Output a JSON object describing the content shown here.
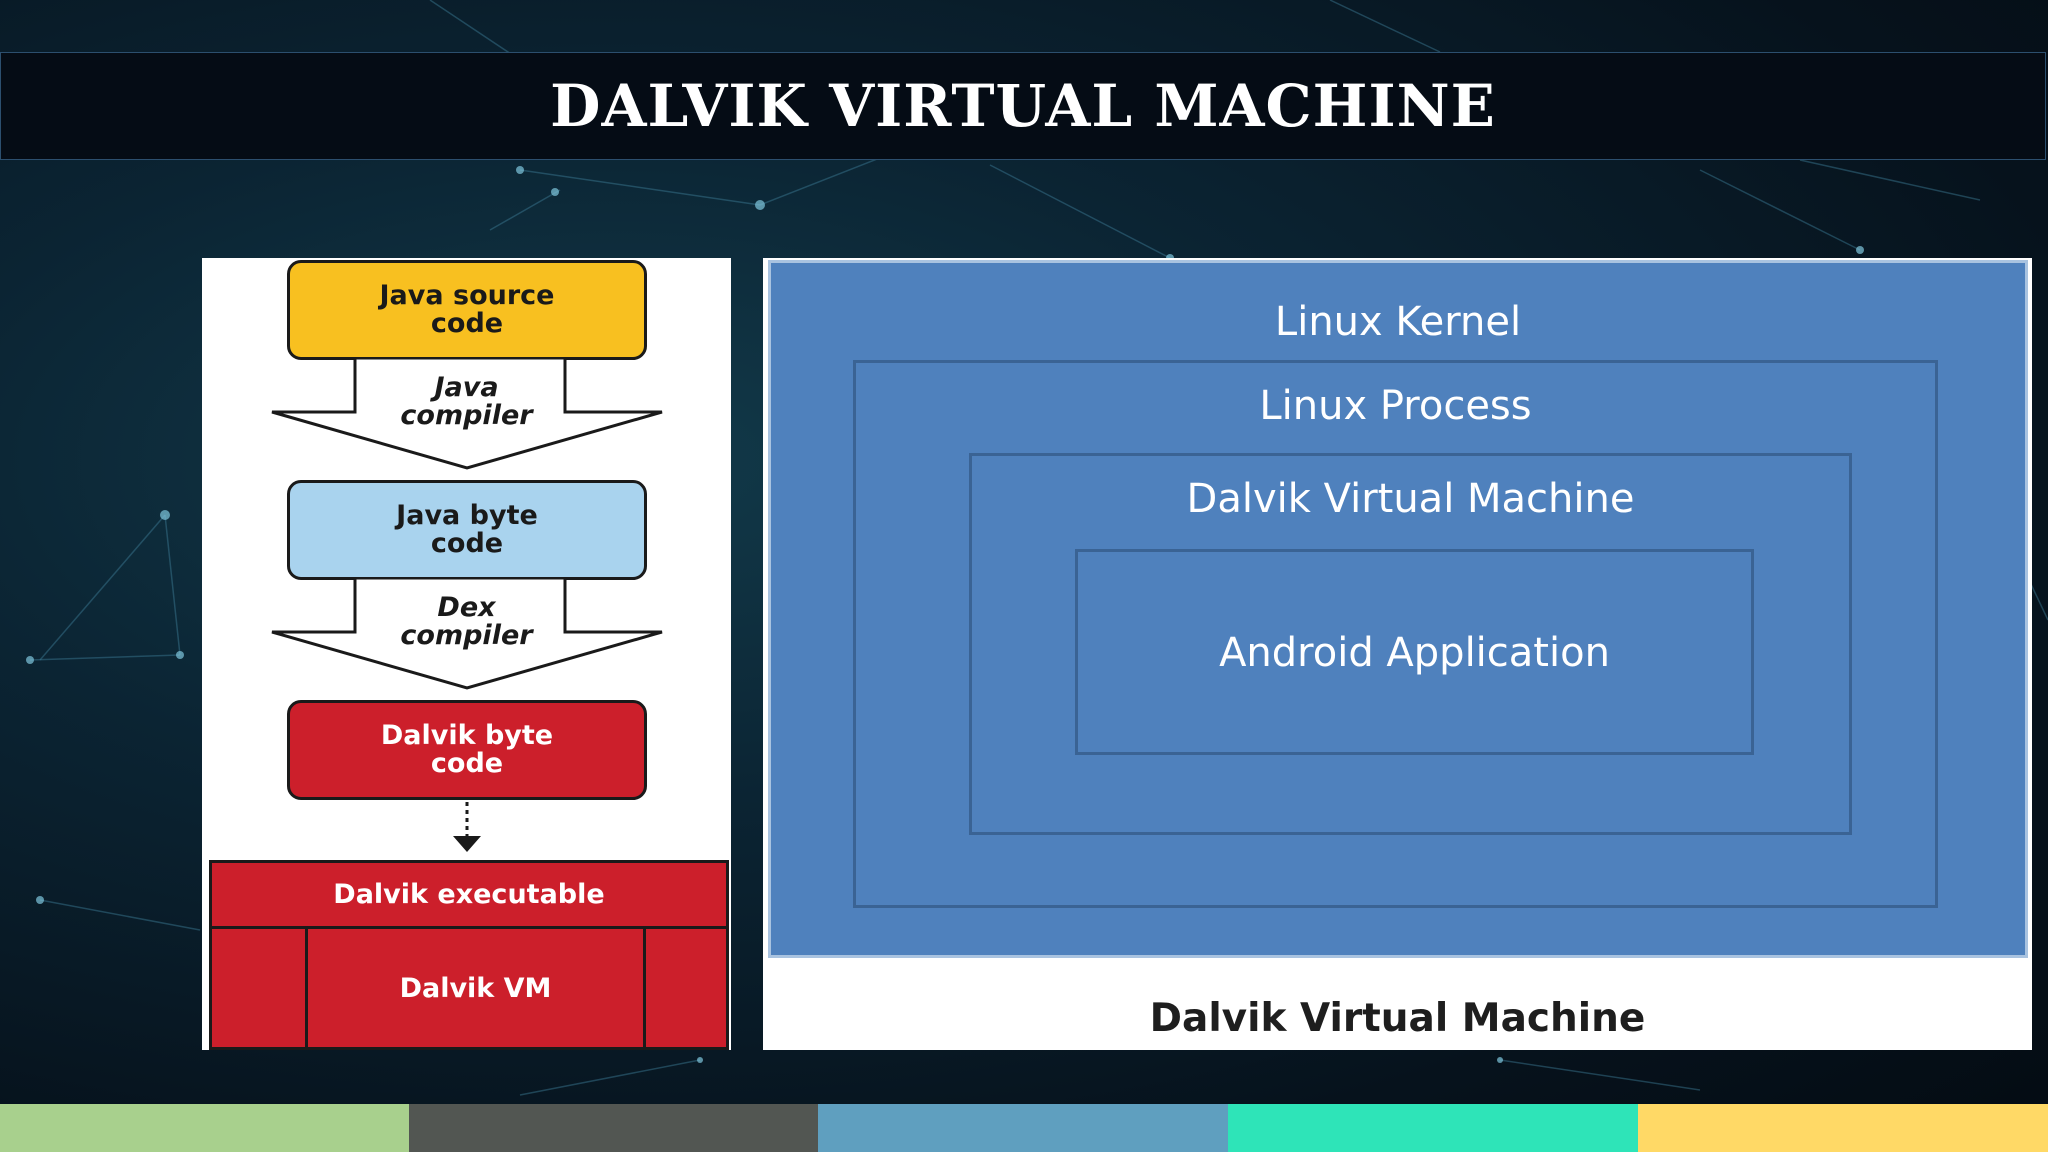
{
  "slide": {
    "title": "DALVIK VIRTUAL MACHINE"
  },
  "flow": {
    "java_source": "Java source\ncode",
    "java_compiler": "Java\ncompiler",
    "java_byte": "Java byte\ncode",
    "dex_compiler": "Dex\ncompiler",
    "dalvik_byte": "Dalvik byte\ncode",
    "dalvik_executable": "Dalvik executable",
    "dalvik_vm": "Dalvik VM",
    "colors": {
      "source": "#f8c020",
      "bytecode": "#a9d3ee",
      "dalvik": "#cc1f2b"
    }
  },
  "layers": {
    "kernel": "Linux Kernel",
    "process": "Linux  Process",
    "dvm": "Dalvik Virtual Machine",
    "app": "Android Application",
    "caption": "Dalvik Virtual Machine",
    "color": "#4f81bd"
  },
  "footer_strip": {
    "colors": [
      "#a8d08d",
      "#525652",
      "#5f9fbf",
      "#2ee4b8",
      "#ffd966"
    ]
  }
}
